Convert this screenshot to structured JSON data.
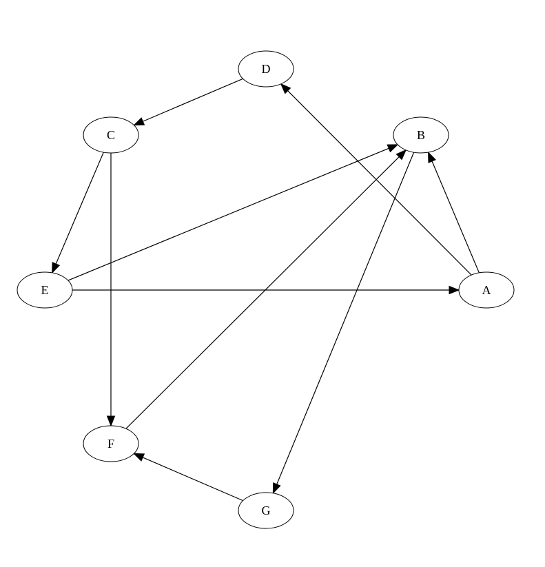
{
  "graph": {
    "directed": true,
    "layout": "circular",
    "nodes": [
      {
        "id": "A",
        "label": "A"
      },
      {
        "id": "B",
        "label": "B"
      },
      {
        "id": "C",
        "label": "C"
      },
      {
        "id": "D",
        "label": "D"
      },
      {
        "id": "E",
        "label": "E"
      },
      {
        "id": "F",
        "label": "F"
      },
      {
        "id": "G",
        "label": "G"
      }
    ],
    "edges": [
      {
        "from": "A",
        "to": "B"
      },
      {
        "from": "A",
        "to": "D"
      },
      {
        "from": "B",
        "to": "G"
      },
      {
        "from": "C",
        "to": "E"
      },
      {
        "from": "C",
        "to": "F"
      },
      {
        "from": "D",
        "to": "C"
      },
      {
        "from": "E",
        "to": "A"
      },
      {
        "from": "E",
        "to": "B"
      },
      {
        "from": "F",
        "to": "B"
      },
      {
        "from": "G",
        "to": "F"
      }
    ]
  },
  "colors": {
    "background": "#ffffff",
    "stroke": "#000000",
    "node_fill": "#ffffff"
  }
}
